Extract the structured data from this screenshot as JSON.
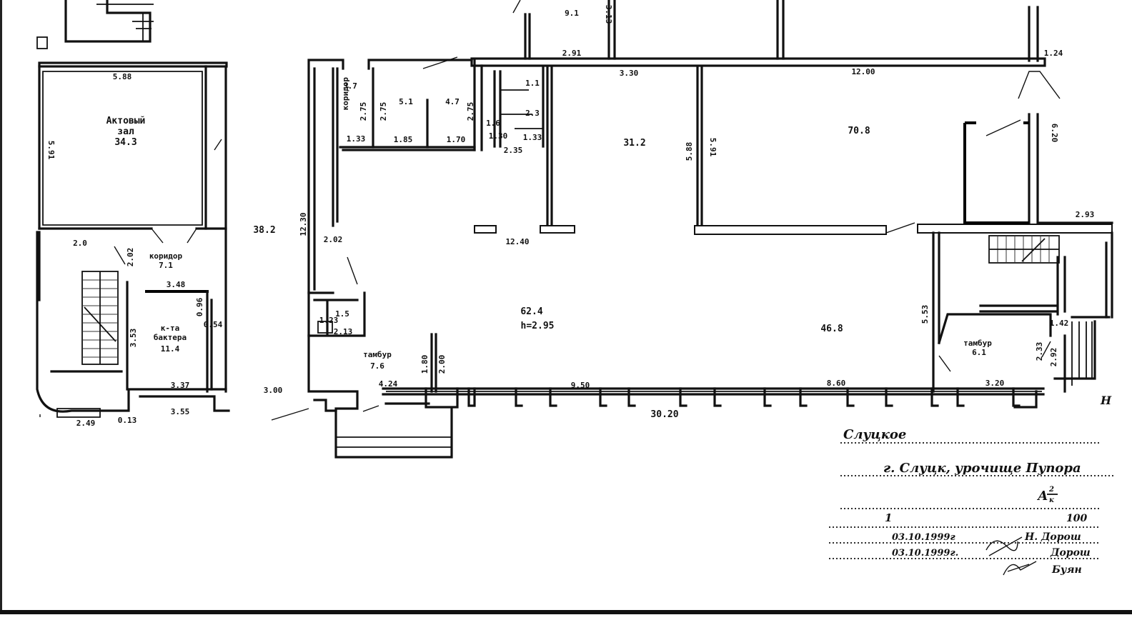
{
  "rooms": {
    "assembly_hall": {
      "line1": "Актовый",
      "line2": "зал",
      "area": "34.3"
    },
    "corridor_left": {
      "name": "коридор",
      "area": "7.1"
    },
    "bar_room": {
      "line1": "к-та",
      "line2": "бактера",
      "area": "11.4"
    },
    "corridor_top": {
      "name": "коридор",
      "area": "3.7"
    },
    "room_5_1": {
      "area": "5.1"
    },
    "room_4_7": {
      "area": "4.7"
    },
    "room_1_1": {
      "area": "1.1"
    },
    "room_2_3": {
      "area": "2.3"
    },
    "room_1_6": {
      "area": "1.6"
    },
    "room_31_2": {
      "area": "31.2"
    },
    "room_70_8": {
      "area": "70.8"
    },
    "room_38_2": {
      "area": "38.2"
    },
    "main_hall": {
      "area": "62.4",
      "height": "h=2.95"
    },
    "room_46_8": {
      "area": "46.8"
    },
    "vestibule_left": {
      "name": "тамбур",
      "area": "7.6"
    },
    "vestibule_right": {
      "name": "тамбур",
      "area": "6.1"
    },
    "small_1_5": {
      "area": "1.5"
    },
    "room_9_1": {
      "area": "9.1"
    }
  },
  "dimensions": {
    "d_5_88": "5.88",
    "d_5_91_left": "5.91",
    "d_2_0": "2.0",
    "d_2_02": "2.02",
    "d_3_48": "3.48",
    "d_3_53": "3.53",
    "d_0_96": "0.96",
    "d_0_54": "0.54",
    "d_3_37": "3.37",
    "d_3_55": "3.55",
    "d_2_49": "2.49",
    "d_0_13": "0.13",
    "d_3_00": "3.00",
    "d_12_30": "12.30",
    "d_2_02b": "2.02",
    "d_2_78": "2.75",
    "d_2_75": "2.75",
    "d_2_75b": "2.75",
    "d_1_33": "1.33",
    "d_1_85": "1.85",
    "d_1_70": "1.70",
    "d_1_30": "1.30",
    "d_1_33b": "1.33",
    "d_2_35": "2.35",
    "d_2_91": "2.91",
    "d_3_13": "3.13",
    "d_3_30": "3.30",
    "d_12_00": "12.00",
    "d_1_24": "1.24",
    "d_5_88b": "5.88",
    "d_5_91": "5.91",
    "d_6_20": "6.20",
    "d_2_93": "2.93",
    "d_12_40": "12.40",
    "d_1_80": "1.80",
    "d_2_00": "2.00",
    "d_4_24": "4.24",
    "d_9_50": "9.50",
    "d_8_60": "8.60",
    "d_3_20": "3.20",
    "d_30_20": "30.20",
    "d_5_53": "5.53",
    "d_1_42": "1.42",
    "d_2_33": "2.33",
    "d_2_92": "2.92",
    "d_1_23": "1.23",
    "d_2_13": "2.13"
  },
  "stamp": {
    "title": "Слуцкое",
    "address": "г. Слуцк, урочище Пупора",
    "letter": "А",
    "frac_top": "2",
    "frac_bottom": "к",
    "sheet": "1",
    "scale": "100",
    "date1": "03.10.1999г",
    "date2": "03.10.1999г.",
    "name1": "Н. Дорош",
    "name2": "Дорош",
    "name3": "Буян"
  },
  "edge_letter": "Н"
}
